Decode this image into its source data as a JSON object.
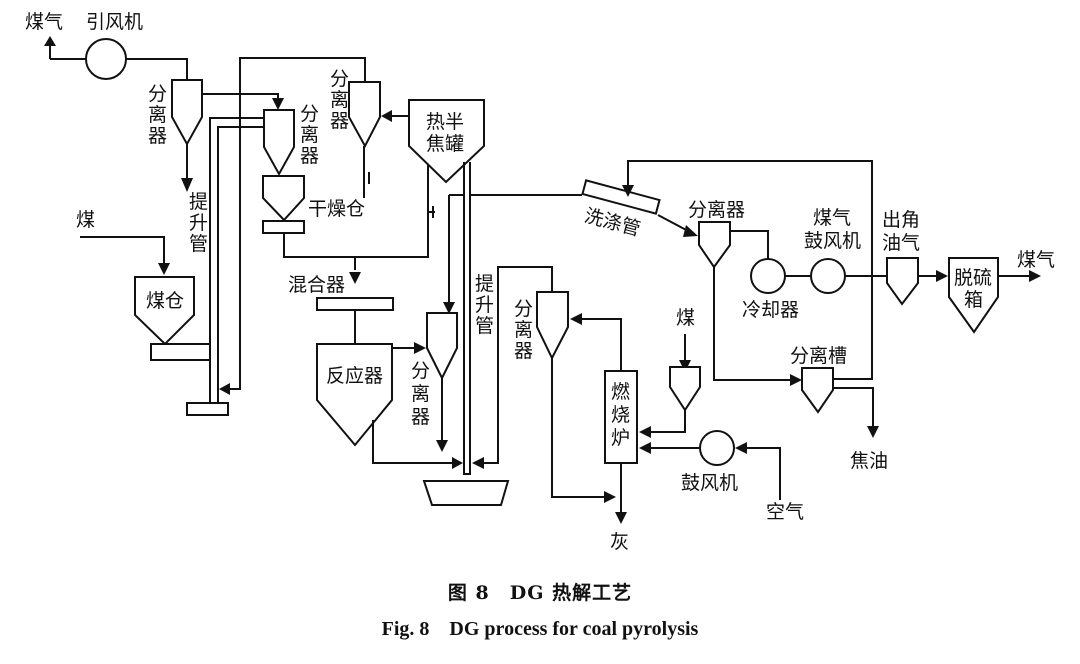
{
  "figure": {
    "caption_cn": "图 8　DG 热解工艺",
    "caption_en": "Fig. 8　DG process for coal pyrolysis"
  },
  "labels": {
    "gas_out_left": "煤气",
    "induced_fan": "引风机",
    "separator_1": "分离器",
    "separator_2": "分离器",
    "separator_3": "分离器",
    "hot_semicoke_tank": "热半焦罐",
    "riser_left": "提升管",
    "dryer": "干燥仓",
    "coal_in_left": "煤",
    "coal_bin": "煤仓",
    "mixer": "混合器",
    "reactor": "反应器",
    "separator_reactor": "分离器",
    "riser_center": "提升管",
    "separator_combustor": "分离器",
    "combustor": "燃烧炉",
    "washing_pipe": "洗涤管",
    "separator_gas": "分离器",
    "cooler": "冷却器",
    "gas_blower": "煤气鼓风机",
    "outlet_oil_gas": "出角油气",
    "desulfurization_box": "脱硫箱",
    "gas_out_right": "煤气",
    "coal_in_right": "煤",
    "separation_tank": "分离槽",
    "tar": "焦油",
    "blower": "鼓风机",
    "air": "空气",
    "ash": "灰"
  }
}
